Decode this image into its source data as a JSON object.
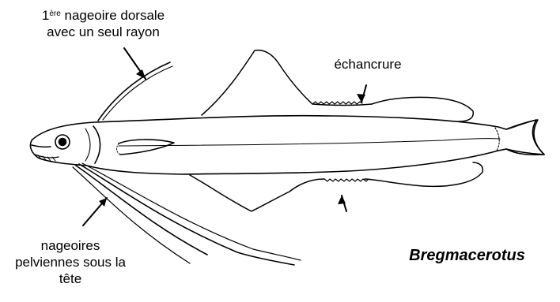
{
  "labels": {
    "dorsal_sup": "ère",
    "dorsal_line1_pre": "1",
    "dorsal_line1_post": " nageoire dorsale",
    "dorsal_line2": "avec un seul rayon",
    "notch": "échancrure",
    "pelvic_line1": "nageoires",
    "pelvic_line2": "pelviennes sous la",
    "pelvic_line3": "tête",
    "species": "Bregmacerotus"
  },
  "colors": {
    "ink": "#000000",
    "background": "#ffffff"
  }
}
